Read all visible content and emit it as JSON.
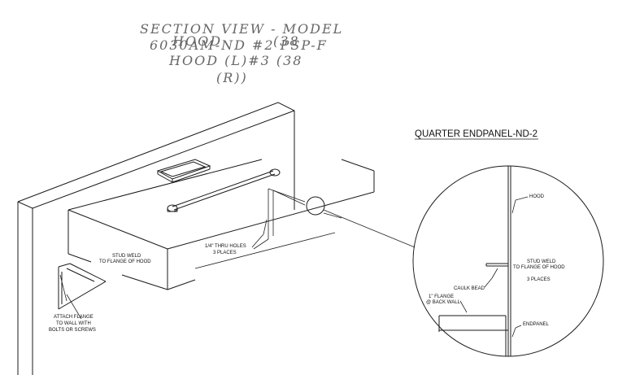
{
  "title": {
    "overlapping_lines": [
      "SECTION VIEW - MODEL",
      "6030AM-ND #2 PSP-F",
      "HOOD",
      "HOOD (L)#3 (38",
      "(38",
      "(R))"
    ]
  },
  "detail": {
    "title": "QUARTER ENDPANEL-ND-2",
    "labels": {
      "hood": "HOOD",
      "stud_weld_line1": "STUD WELD",
      "stud_weld_line2": "TO FLANGE OF HOOD",
      "three_places": "3 PLACES",
      "caulk_bead": "CAULK BEAD",
      "flange_line1": "1\" FLANGE",
      "flange_line2": "@ BACK WALL",
      "endpanel": "ENDPANEL"
    }
  },
  "main_labels": {
    "holes_line1": "1/4\" THRU HOLES",
    "holes_line2": "3 PLACES",
    "stud_weld_line1": "STUD WELD",
    "stud_weld_line2": "TO FLANGE OF HOOD",
    "attach_line1": "ATTACH FLANGE",
    "attach_line2": "TO WALL WITH",
    "attach_line3": "BOLTS OR SCREWS"
  }
}
